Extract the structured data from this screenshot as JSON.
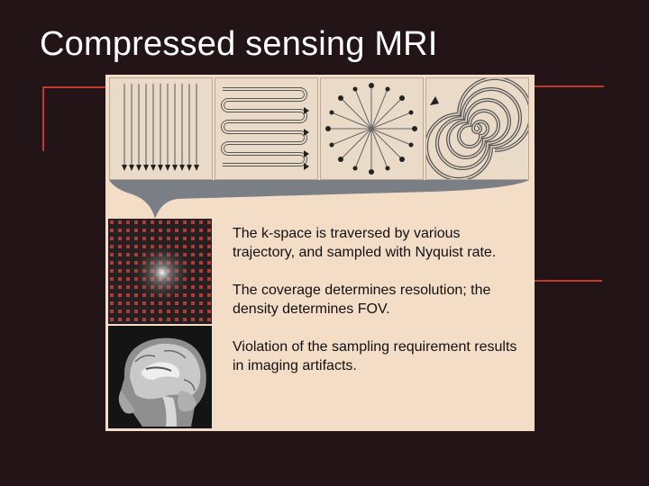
{
  "slide": {
    "title": "Compressed sensing MRI"
  },
  "figure": {
    "trajectories": [
      "cartesian-lines-icon",
      "zigzag-lines-icon",
      "radial-lines-icon",
      "spiral-icon"
    ],
    "images": [
      "k-space-sampling-grid",
      "brain-mri-sagittal"
    ]
  },
  "text": {
    "paragraph_1": "The k-space is traversed by various trajectory, and sampled with Nyquist rate.",
    "paragraph_2": "The coverage determines resolution; the density determines FOV.",
    "paragraph_3": "Violation of the sampling requirement results in imaging artifacts."
  },
  "colors": {
    "background": "#231517",
    "accent": "#c0392b",
    "panel": "#f4ddc6",
    "funnel": "#7a7f86"
  }
}
